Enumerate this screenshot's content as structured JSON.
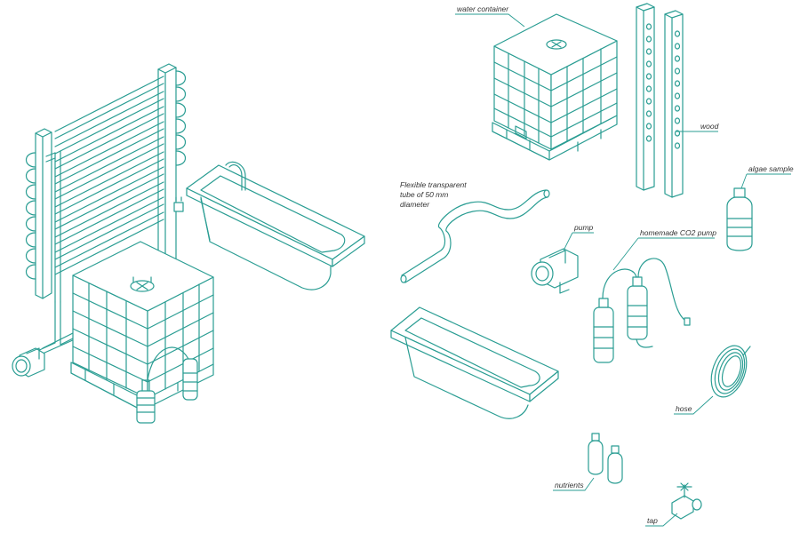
{
  "colors": {
    "line": "#2a9d93",
    "background": "#ffffff",
    "label_text": "#333333"
  },
  "labels": {
    "water_container": "water container",
    "wood": "wood",
    "algae_sample": "algae sample",
    "tube_line1": "Flexible transparent",
    "tube_line2": "tube of 50 mm",
    "tube_line3": "diameter",
    "pump": "pump",
    "co2_pump": "homemade CO2 pump",
    "hose": "hose",
    "nutrients": "nutrients",
    "tap": "tap"
  }
}
